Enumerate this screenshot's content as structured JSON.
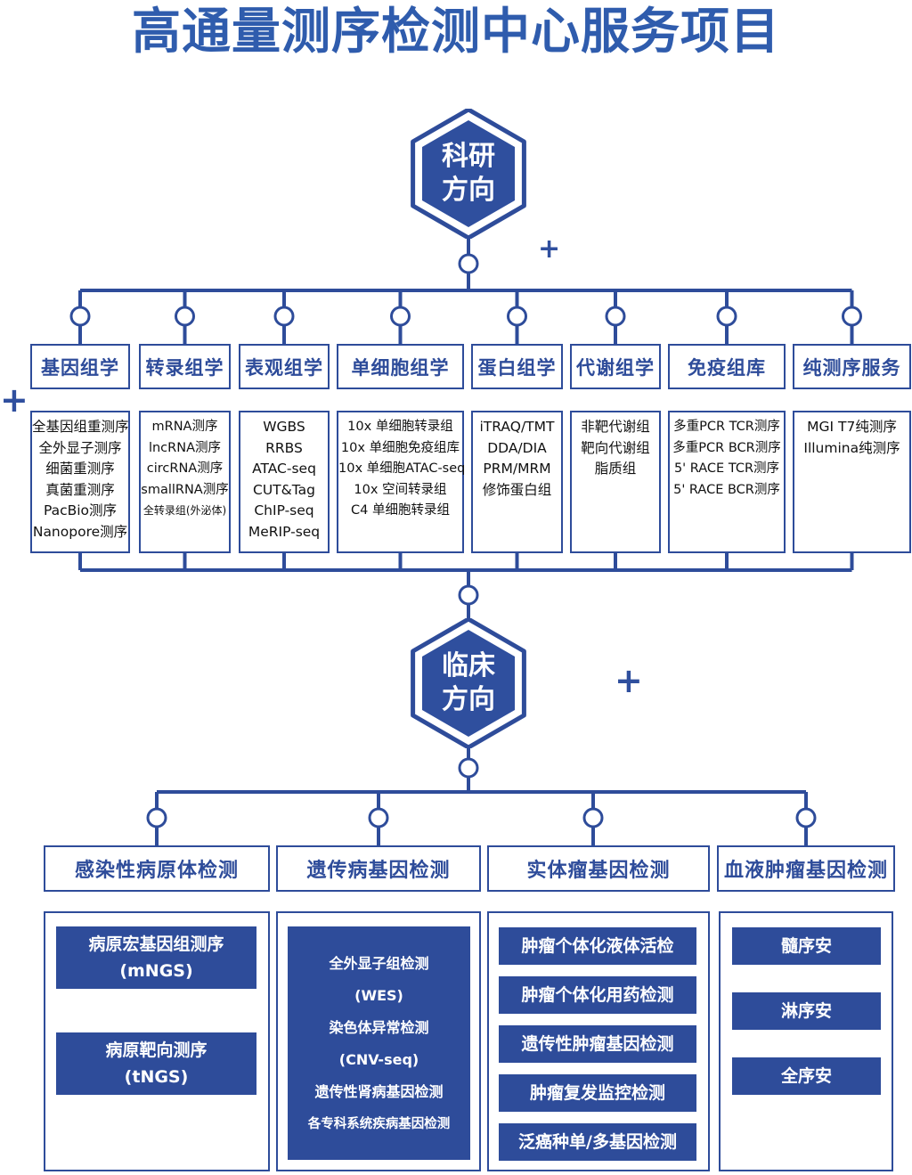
{
  "title": "高通量测序检测中心服务项目",
  "research": {
    "label": "科研\n方向",
    "categories": [
      {
        "name": "基因组学",
        "items": [
          "全基因组重测序",
          "全外显子测序",
          "细菌重测序",
          "真菌重测序",
          "PacBio测序",
          "Nanopore测序"
        ]
      },
      {
        "name": "转录组学",
        "items": [
          "mRNA测序",
          "lncRNA测序",
          "circRNA测序",
          "smallRNA测序",
          "全转录组(外泌体)"
        ]
      },
      {
        "name": "表观组学",
        "items": [
          "WGBS",
          "RRBS",
          "ATAC-seq",
          "CUT&Tag",
          "ChIP-seq",
          "MeRIP-seq"
        ]
      },
      {
        "name": "单细胞组学",
        "items": [
          "10x 单细胞转录组",
          "10x 单细胞免疫组库",
          "10x 单细胞ATAC-seq",
          "10x 空间转录组",
          "C4 单细胞转录组"
        ]
      },
      {
        "name": "蛋白组学",
        "items": [
          "iTRAQ/TMT",
          "DDA/DIA",
          "PRM/MRM",
          "修饰蛋白组"
        ]
      },
      {
        "name": "代谢组学",
        "items": [
          "非靶代谢组",
          "靶向代谢组",
          "脂质组"
        ]
      },
      {
        "name": "免疫组库",
        "items": [
          "多重PCR TCR测序",
          "多重PCR BCR测序",
          "5' RACE TCR测序",
          "5' RACE BCR测序"
        ]
      },
      {
        "name": "纯测序服务",
        "items": [
          "MGI T7纯测序",
          "Illumina纯测序"
        ]
      }
    ]
  },
  "clinical": {
    "label": "临床\n方向",
    "categories": [
      {
        "name": "感染性病原体检测",
        "items": [
          "病原宏基因组测序\n(mNGS)",
          "病原靶向测序\n(tNGS)"
        ]
      },
      {
        "name": "遗传病基因检测",
        "items": [
          "全外显子组检测",
          "(WES)",
          "染色体异常检测",
          "(CNV-seq)",
          "遗传性肾病基因检测",
          "各专科系统疾病基因检测"
        ]
      },
      {
        "name": "实体瘤基因检测",
        "items": [
          "肿瘤个体化液体活检",
          "肿瘤个体化用药检测",
          "遗传性肿瘤基因检测",
          "肿瘤复发监控检测",
          "泛癌种单/多基因检测"
        ]
      },
      {
        "name": "血液肿瘤基因检测",
        "items": [
          "髓序安",
          "淋序安",
          "全序安"
        ]
      }
    ]
  },
  "colors": {
    "primary": "#2e4c9a",
    "title": "#2f5cad",
    "hex_fill": "#2f4f9e",
    "background": "#ffffff"
  },
  "decor": {
    "plus": "+"
  }
}
